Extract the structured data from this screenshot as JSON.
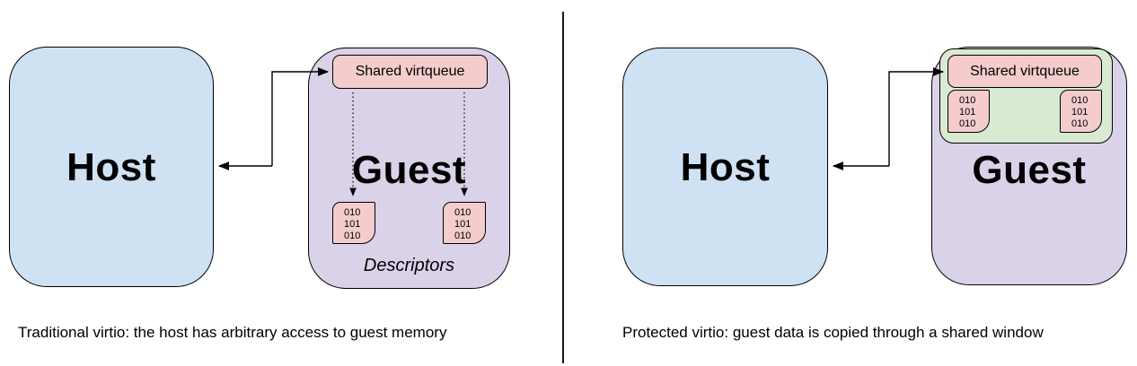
{
  "colors": {
    "host_fill": "#cfe2f3",
    "guest_fill": "#d9d2e9",
    "virtqueue_fill": "#f4cccc",
    "descriptor_fill": "#f4cccc",
    "shared_window_fill": "#d9ead3",
    "border": "#000000"
  },
  "panels": {
    "left": {
      "host_label": "Host",
      "guest_label": "Guest",
      "virtqueue_label": "Shared virtqueue",
      "descriptor_box_1": "010\n101\n010",
      "descriptor_box_2": "010\n101\n010",
      "descriptors_label": "Descriptors",
      "caption": "Traditional virtio: the host has arbitrary access to guest memory"
    },
    "right": {
      "host_label": "Host",
      "guest_label": "Guest",
      "virtqueue_label": "Shared virtqueue",
      "descriptor_box_1": "010\n101\n010",
      "descriptor_box_2": "010\n101\n010",
      "caption": "Protected virtio: guest data is copied through a shared window"
    }
  }
}
